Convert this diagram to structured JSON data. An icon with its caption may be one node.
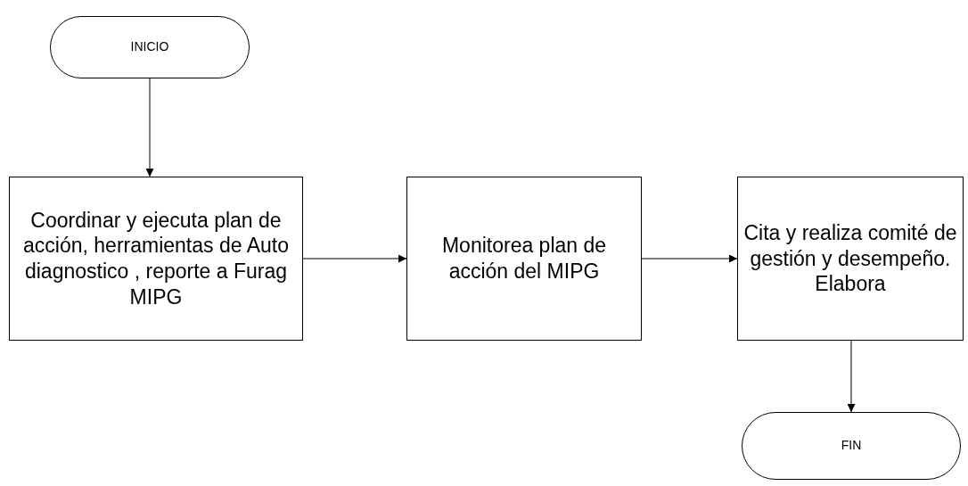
{
  "diagram": {
    "nodes": [
      {
        "text": [
          "INICIO"
        ]
      },
      {
        "text": [
          "Coordinar y ejecuta  plan de acción, herramientas de Auto diagnostico , reporte a Furag MIPG"
        ]
      },
      {
        "text": [
          "Monitorea plan de acción del MIPG"
        ]
      },
      {
        "text": [
          "Cita y realiza comité de gestión y desempeño. Elabora"
        ]
      },
      {
        "text": [
          "FIN"
        ]
      }
    ],
    "edges": [
      {
        "from": 0,
        "to": 1,
        "arrow": "to"
      },
      {
        "from": 1,
        "to": 2,
        "arrow": "to"
      },
      {
        "from": 2,
        "to": 3,
        "arrow": "to"
      },
      {
        "from": 3,
        "to": 4,
        "arrow": "to"
      }
    ]
  }
}
